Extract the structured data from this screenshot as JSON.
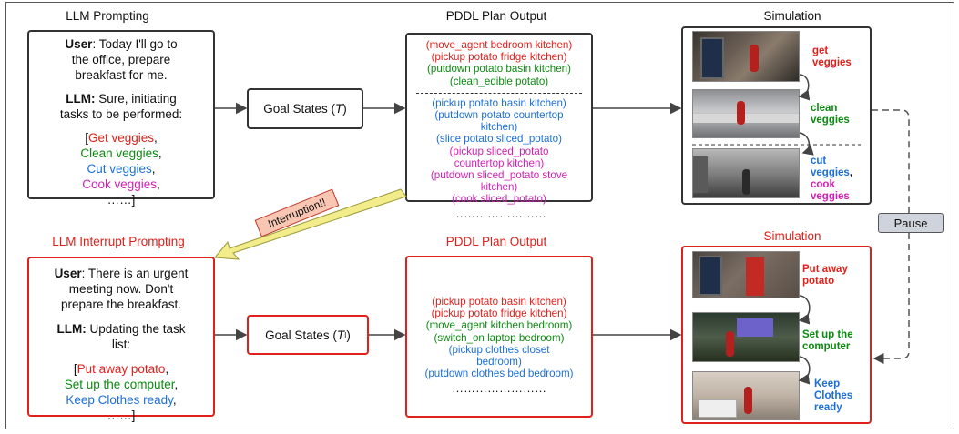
{
  "titles": {
    "llm_prompting": "LLM Prompting",
    "pddl_output_top": "PDDL Plan Output",
    "simulation_top": "Simulation",
    "llm_interrupt": "LLM Interrupt Prompting",
    "pddl_output_bottom": "PDDL Plan Output",
    "simulation_bottom": "Simulation"
  },
  "top_prompt": {
    "user_label": "User",
    "user_text_1": ": Today I'll go to",
    "user_text_2": "the office, prepare",
    "user_text_3": "breakfast for me.",
    "llm_label": "LLM:",
    "llm_text_1": " Sure, initiating",
    "llm_text_2": "tasks to be performed:",
    "open_bracket": "[",
    "task_1": "Get veggies",
    "task_2": "Clean veggies",
    "task_3": "Cut veggies",
    "task_4": "Cook veggies",
    "comma": ",",
    "ellipsis": "……]"
  },
  "goal_top": {
    "label": "Goal States (",
    "symbol": "T",
    "close": ")"
  },
  "plan_top": {
    "group1": [
      {
        "text": "(move_agent bedroom kitchen)",
        "color": "red"
      },
      {
        "text": "(pickup potato fridge kitchen)",
        "color": "red"
      },
      {
        "text": "(putdown  potato basin kitchen)",
        "color": "green"
      },
      {
        "text": "(clean_edible potato)",
        "color": "green"
      }
    ],
    "group2": [
      {
        "text": "(pickup potato basin kitchen)",
        "color": "blue"
      },
      {
        "text": "(putdown potato countertop",
        "color": "blue"
      },
      {
        "text": "kitchen)",
        "color": "blue"
      },
      {
        "text": "(slice potato sliced_potato)",
        "color": "blue"
      },
      {
        "text": "(pickup sliced_potato",
        "color": "magenta"
      },
      {
        "text": "countertop kitchen)",
        "color": "magenta"
      },
      {
        "text": "(putdown sliced_potato stove",
        "color": "magenta"
      },
      {
        "text": "kitchen)",
        "color": "magenta"
      },
      {
        "text": "(cook sliced_potato)",
        "color": "magenta"
      }
    ],
    "dots": "……………………"
  },
  "sim_top_labels": {
    "get": "get",
    "veggies1": "veggies",
    "clean": "clean",
    "veggies2": "veggies",
    "cut": "cut",
    "veggies3": "veggies",
    "comma": ",",
    "cook": "cook",
    "veggies4": "veggies"
  },
  "interruption": "Interruption!!",
  "pause": "Pause",
  "bottom_prompt": {
    "user_label": "User",
    "user_text_1": ": There is an urgent",
    "user_text_2": "meeting now. Don't",
    "user_text_3": "prepare the breakfast.",
    "llm_label": "LLM:",
    "llm_text_1": " Updating the task",
    "llm_text_2": "list:",
    "open_bracket": "[",
    "task_1": "Put away potato",
    "task_2": "Set up the computer",
    "task_3": "Keep Clothes ready",
    "comma": ",",
    "ellipsis": "……]"
  },
  "goal_bottom": {
    "label": "Goal States (",
    "symbol": "T",
    "sub": "I",
    "close": ")"
  },
  "plan_bottom": {
    "lines": [
      {
        "text": "(pickup potato basin kitchen)",
        "color": "red"
      },
      {
        "text": "(pickup potato fridge kitchen)",
        "color": "red"
      },
      {
        "text": "(move_agent kitchen bedroom)",
        "color": "green"
      },
      {
        "text": "(switch_on laptop bedroom)",
        "color": "green"
      },
      {
        "text": "(pickup clothes closet",
        "color": "blue"
      },
      {
        "text": "bedroom)",
        "color": "blue"
      },
      {
        "text": "(putdown clothes bed bedroom)",
        "color": "blue"
      }
    ],
    "dots": "……………………"
  },
  "sim_bottom_labels": {
    "put1": "Put away",
    "put2": "potato",
    "set1": "Set up the",
    "set2": "computer",
    "keep1": "Keep",
    "keep2": "Clothes",
    "keep3": "ready"
  },
  "colors": {
    "red": "#e0201b",
    "green": "#0b8a10",
    "blue": "#1c6fd6",
    "magenta": "#d31fb4",
    "arrow": "#444444",
    "interrupt_fill": "#f9c6b4",
    "pause_fill": "#cfd4dc",
    "yellow_arrow": "#f2ec8a"
  }
}
